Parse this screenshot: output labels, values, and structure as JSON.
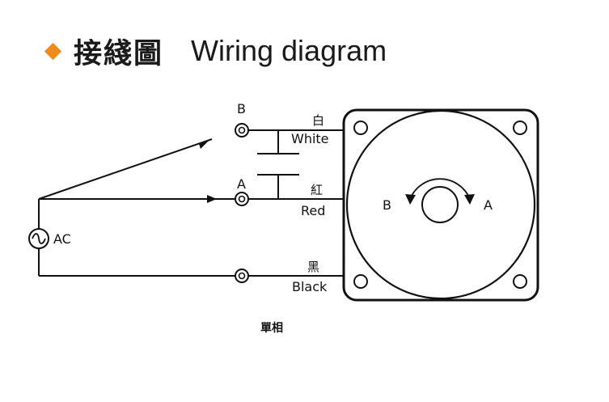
{
  "title": {
    "chinese": "接綫圖",
    "english": "Wiring diagram"
  },
  "terminals": {
    "b": "B",
    "a": "A"
  },
  "source": "AC",
  "wires": {
    "white_zh": "白",
    "white_en": "White",
    "red_zh": "紅",
    "red_en": "Red",
    "black_zh": "黑",
    "black_en": "Black"
  },
  "motor": {
    "dir_b": "B",
    "dir_a": "A"
  },
  "caption": "單相",
  "colors": {
    "accent": "#f08a1c",
    "line": "#111111"
  }
}
